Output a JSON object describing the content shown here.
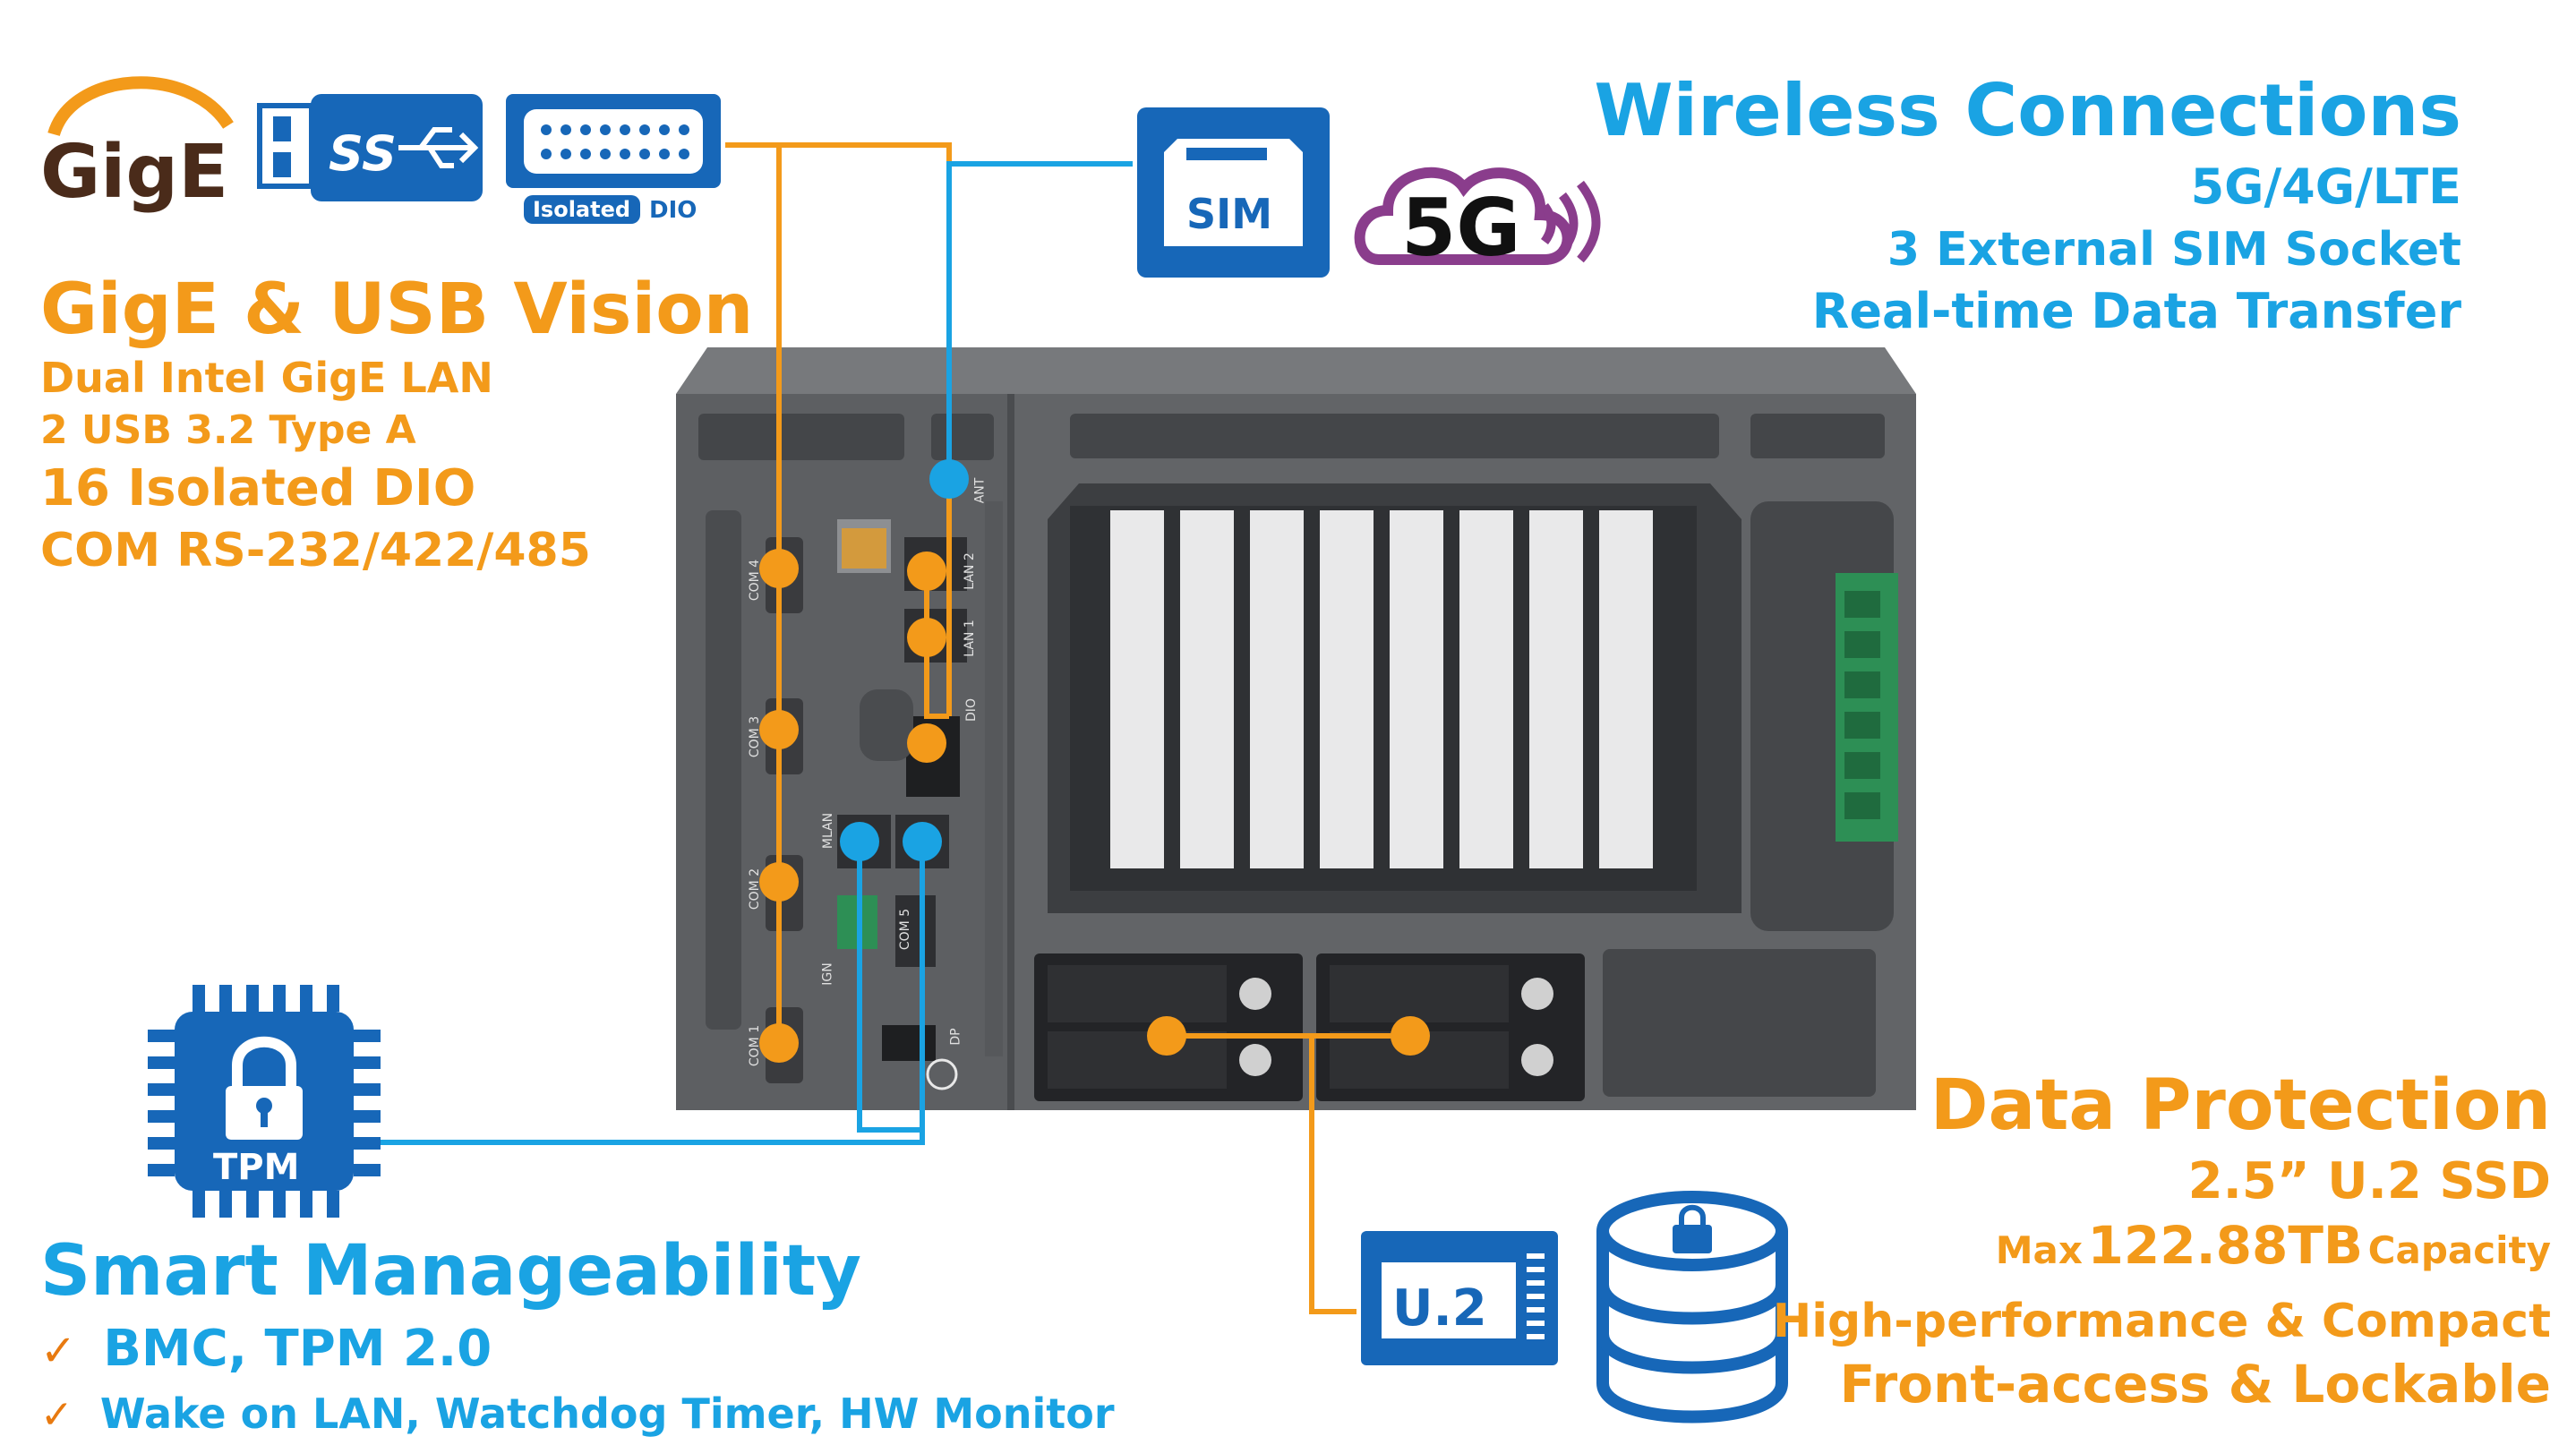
{
  "colors": {
    "orange": "#f39a1a",
    "blue": "#1aa3e3",
    "icon_blue": "#1767b8",
    "chassis": "#5f6164",
    "purple": "#8a3d8c"
  },
  "logos": {
    "gige": "GigE",
    "usb": "SS",
    "dio_small": "DIO",
    "dio_badge": "Isolated",
    "sim": "SIM",
    "fiveg": "5G",
    "tpm": "TPM",
    "u2": "U.2"
  },
  "icons": [
    "gige-logo-icon",
    "usb3-icon",
    "dio-connector-icon",
    "sim-card-icon",
    "5g-cloud-icon",
    "tpm-chip-icon",
    "u2-drive-icon",
    "locked-storage-icon"
  ],
  "gige_section": {
    "title": "GigE & USB Vision",
    "lines": [
      "Dual Intel GigE LAN",
      "2 USB 3.2 Type A",
      "16 Isolated DIO",
      "COM RS-232/422/485"
    ]
  },
  "wireless_section": {
    "title": "Wireless Connections",
    "lines": [
      "5G/4G/LTE",
      "3 External SIM Socket",
      "Real-time Data Transfer"
    ]
  },
  "manage_section": {
    "title": "Smart Manageability",
    "lines": [
      "BMC, TPM 2.0",
      "Wake on LAN, Watchdog Timer, HW Monitor"
    ],
    "check": "✓"
  },
  "protect_section": {
    "title": "Data Protection",
    "line1": "2.5” U.2 SSD",
    "cap_prefix": "Max",
    "cap_value": "122.88TB",
    "cap_suffix": "Capacity",
    "line3": "High-performance & Compact",
    "line4": "Front-access & Lockable"
  },
  "port_labels": {
    "com4": "COM 4",
    "com3": "COM 3",
    "com2": "COM 2",
    "com1": "COM 1",
    "lan2": "LAN 2",
    "lan1": "LAN 1",
    "dio": "DIO",
    "mlan": "MLAN",
    "com5": "COM 5",
    "ign": "IGN",
    "dp": "DP",
    "ant": "ANT"
  }
}
